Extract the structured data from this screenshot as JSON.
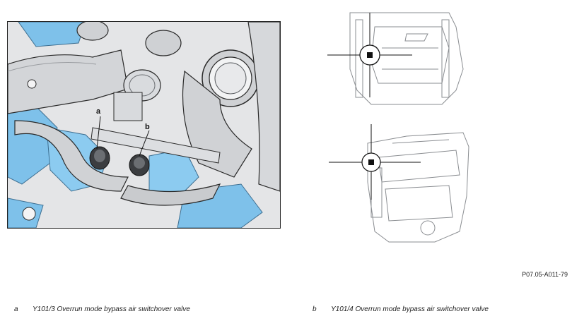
{
  "figure": {
    "reference_id": "P07.05-A011-79"
  },
  "callouts": {
    "a": "a",
    "b": "b"
  },
  "legend": [
    {
      "key": "a",
      "text": "Y101/3 Overrun mode bypass air switchover valve"
    },
    {
      "key": "b",
      "text": "Y101/4 Overrun mode bypass air switchover valve"
    }
  ],
  "colors": {
    "highlight": "#7ec1ea",
    "component_gray": "#c9cbce",
    "outline": "#2a2a2a",
    "locator_line": "#111111"
  }
}
